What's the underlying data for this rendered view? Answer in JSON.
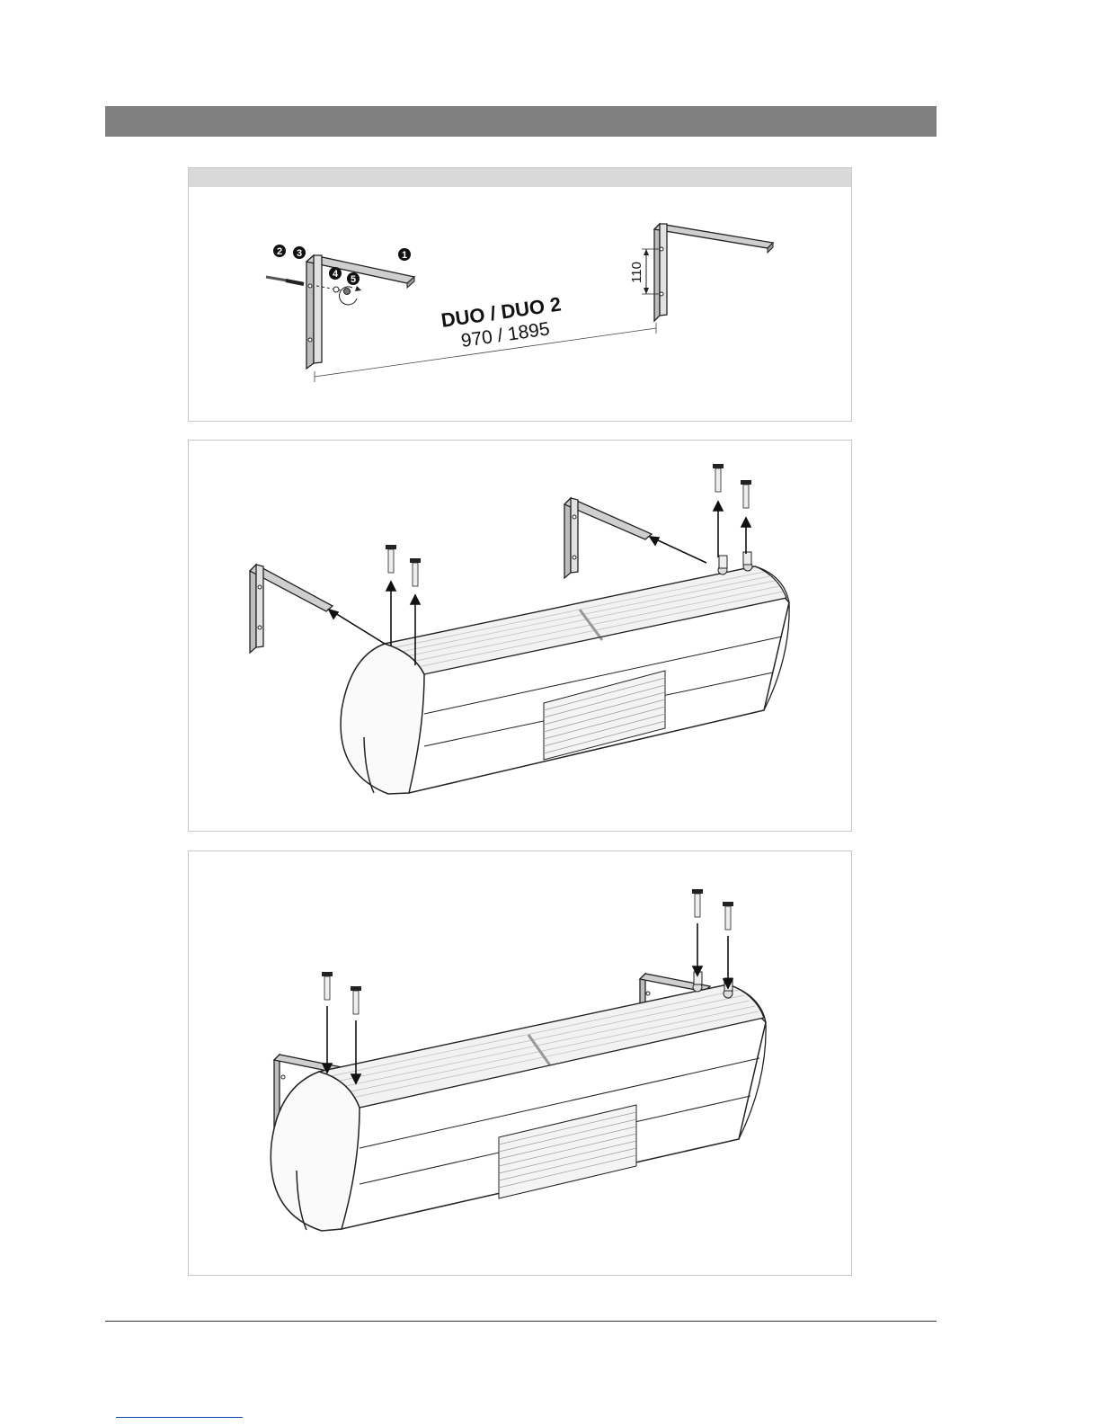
{
  "figure1": {
    "model_label": "DUO  / DUO 2",
    "dimension_label": "970 / 1895",
    "height_label": "110",
    "callouts": [
      "1",
      "2",
      "3",
      "4",
      "5"
    ]
  },
  "colors": {
    "header_bar": "#808080",
    "panel_strip": "#d9d9d9",
    "bracket_fill": "#bdbdbd",
    "outline": "#222222"
  }
}
